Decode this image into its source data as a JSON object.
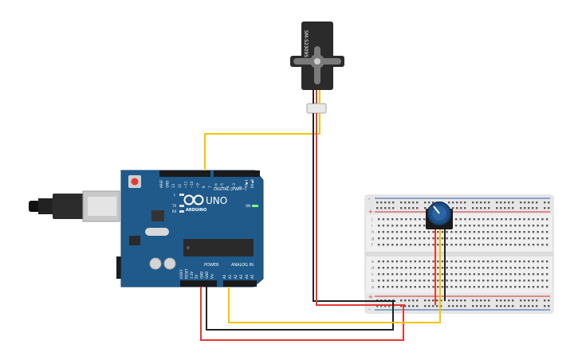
{
  "colors": {
    "board": "#1f5a8a",
    "board_dark": "#174a73",
    "wire_red": "#e53935",
    "wire_black": "#222222",
    "wire_yellow": "#f5c400",
    "servo_body": "#2b2b2b",
    "pot_knob": "#1e4f86",
    "breadboard": "#eeeeee"
  },
  "arduino": {
    "brand": "ARDUINO",
    "model": "UNO",
    "digital_label": "DIGITAL (PWM~)",
    "power_label": "POWER",
    "analog_label": "ANALOG IN",
    "led_l": "L",
    "led_tx": "TX",
    "led_rx": "RX",
    "on_label": "ON",
    "digital_pins": [
      "AREF",
      "GND",
      "13",
      "12",
      "~11",
      "~10",
      "~9",
      "8",
      "7",
      "~6",
      "~5",
      "4",
      "~3",
      "2",
      "TX▶1",
      "RX◀0"
    ],
    "power_pins": [
      "IOREF",
      "RESET",
      "3.3V",
      "5V",
      "GND",
      "GND",
      "Vin"
    ],
    "analog_pins": [
      "A0",
      "A1",
      "A2",
      "A3",
      "A4",
      "A5"
    ]
  },
  "servo": {
    "label": "SM-S2309S"
  },
  "breadboard": {
    "rows_top": [
      "j",
      "i",
      "h",
      "g",
      "f"
    ],
    "rows_bottom": [
      "e",
      "d",
      "c",
      "b",
      "a"
    ],
    "plus": "+",
    "minus": "-"
  },
  "icons": {
    "usb": "usb-plug-icon",
    "arduino_logo": "infinity-logo-icon"
  }
}
